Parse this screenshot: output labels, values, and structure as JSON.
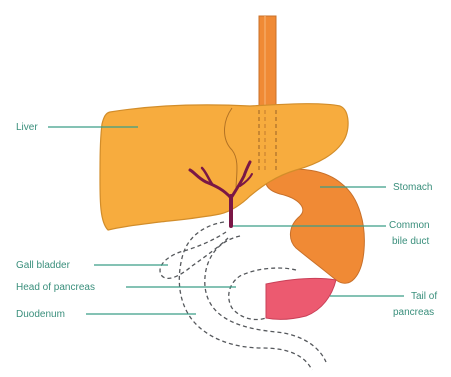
{
  "labels": {
    "liver": "Liver",
    "stomach": "Stomach",
    "common_bile_duct_line1": "Common",
    "common_bile_duct_line2": "bile duct",
    "gall_bladder": "Gall bladder",
    "head_of_pancreas": "Head of pancreas",
    "duodenum": "Duodenum",
    "tail_of_pancreas_line1": "Tail of",
    "tail_of_pancreas_line2": "pancreas"
  },
  "colors": {
    "liver": "#F7AC3E",
    "oesophagus_stomach": "#F08A35",
    "bile_duct": "#7A1746",
    "pancreas_tail": "#EC5A70",
    "label_text": "#3A8F7C",
    "leader_line": "#3A9E88",
    "outline": "#55585C"
  }
}
